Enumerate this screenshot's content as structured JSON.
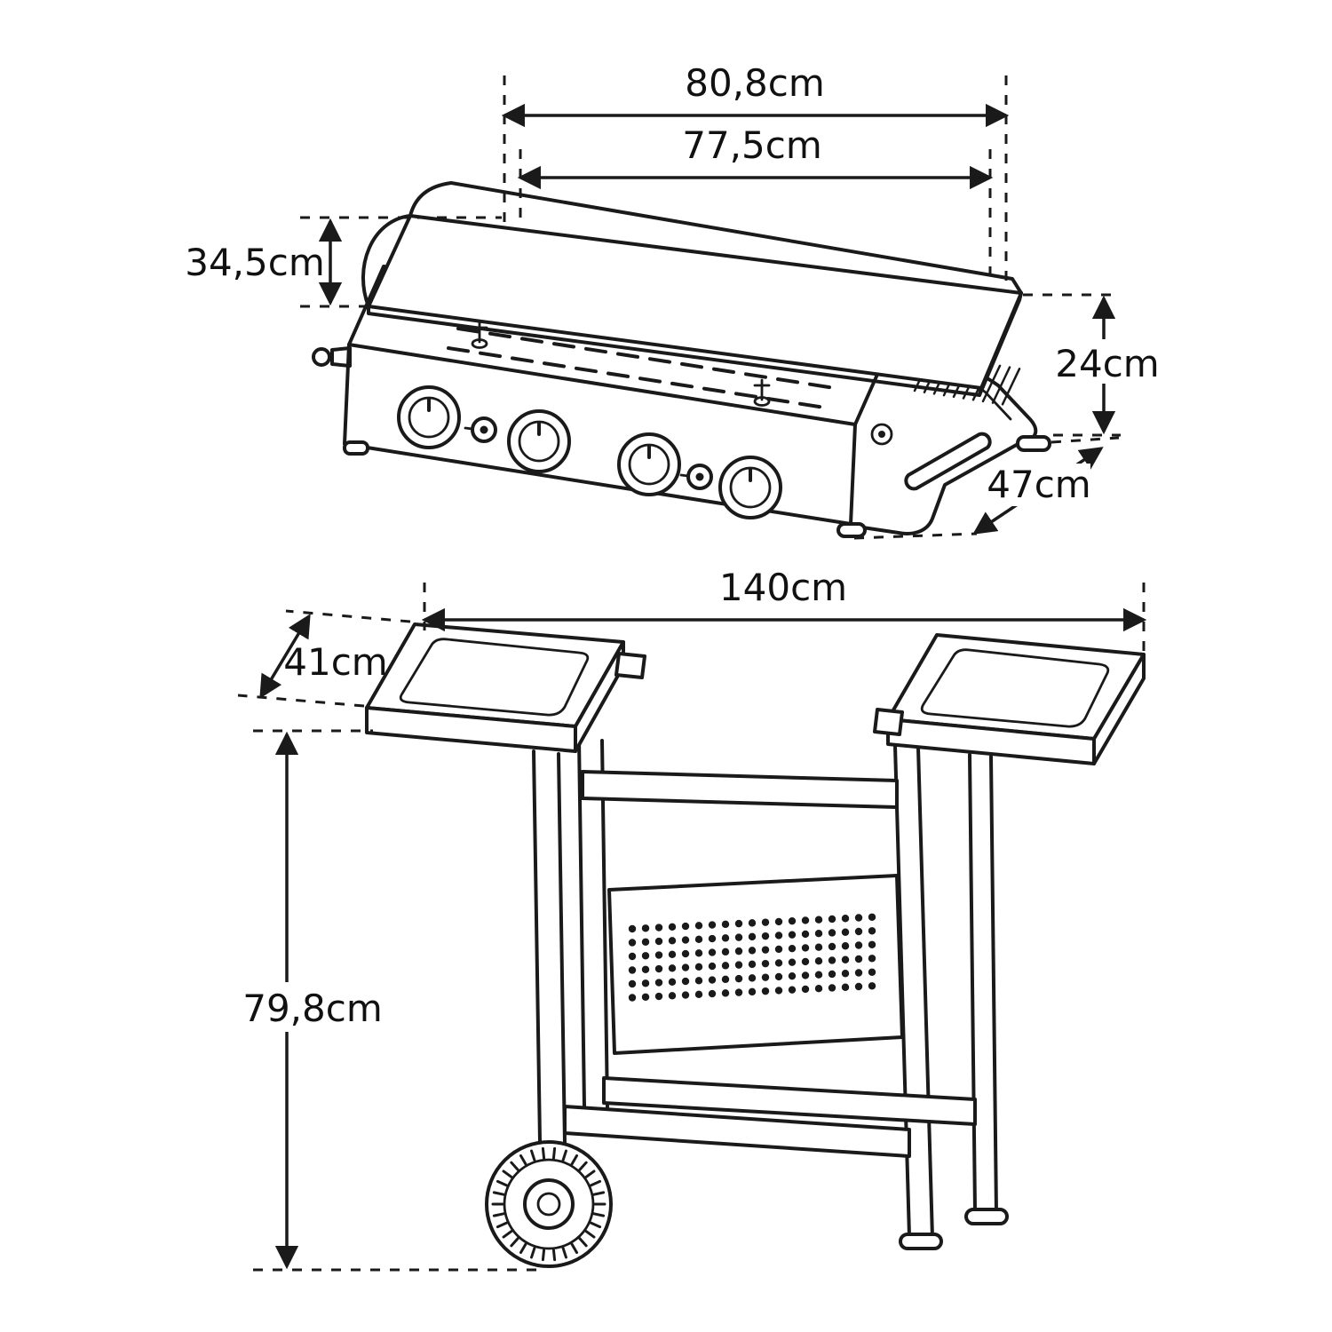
{
  "griddle_view": {
    "outer_width": "80,8cm",
    "plate_width": "77,5cm",
    "plate_height": "34,5cm",
    "body_height": "24cm",
    "depth": "47cm"
  },
  "cart_view": {
    "width": "140cm",
    "shelf_depth": "41cm",
    "height": "79,8cm"
  },
  "colors": {
    "line": "#1a1a1a",
    "background": "#ffffff"
  }
}
